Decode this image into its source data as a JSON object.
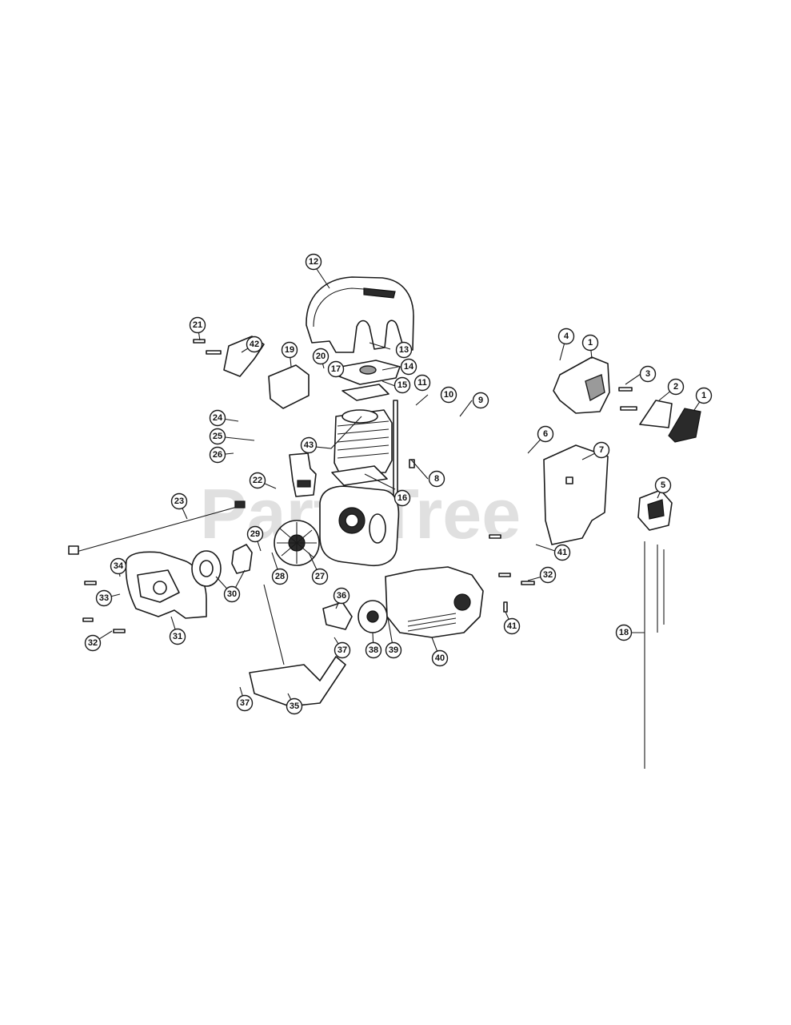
{
  "watermark": "PartsTree",
  "callouts": [
    {
      "id": "c1a",
      "label": "1"
    },
    {
      "id": "c1b",
      "label": "1"
    },
    {
      "id": "c2",
      "label": "2"
    },
    {
      "id": "c3",
      "label": "3"
    },
    {
      "id": "c4",
      "label": "4"
    },
    {
      "id": "c5",
      "label": "5"
    },
    {
      "id": "c6",
      "label": "6"
    },
    {
      "id": "c7",
      "label": "7"
    },
    {
      "id": "c8",
      "label": "8"
    },
    {
      "id": "c9",
      "label": "9"
    },
    {
      "id": "c10",
      "label": "10"
    },
    {
      "id": "c11",
      "label": "11"
    },
    {
      "id": "c12",
      "label": "12"
    },
    {
      "id": "c13",
      "label": "13"
    },
    {
      "id": "c14",
      "label": "14"
    },
    {
      "id": "c15",
      "label": "15"
    },
    {
      "id": "c16",
      "label": "16"
    },
    {
      "id": "c17",
      "label": "17"
    },
    {
      "id": "c18",
      "label": "18"
    },
    {
      "id": "c19",
      "label": "19"
    },
    {
      "id": "c20",
      "label": "20"
    },
    {
      "id": "c21",
      "label": "21"
    },
    {
      "id": "c22",
      "label": "22"
    },
    {
      "id": "c23",
      "label": "23"
    },
    {
      "id": "c24",
      "label": "24"
    },
    {
      "id": "c25",
      "label": "25"
    },
    {
      "id": "c26",
      "label": "26"
    },
    {
      "id": "c27",
      "label": "27"
    },
    {
      "id": "c28",
      "label": "28"
    },
    {
      "id": "c29",
      "label": "29"
    },
    {
      "id": "c30",
      "label": "30"
    },
    {
      "id": "c31",
      "label": "31"
    },
    {
      "id": "c32a",
      "label": "32"
    },
    {
      "id": "c32b",
      "label": "32"
    },
    {
      "id": "c33",
      "label": "33"
    },
    {
      "id": "c34",
      "label": "34"
    },
    {
      "id": "c35",
      "label": "35"
    },
    {
      "id": "c36",
      "label": "36"
    },
    {
      "id": "c37a",
      "label": "37"
    },
    {
      "id": "c37b",
      "label": "37"
    },
    {
      "id": "c38",
      "label": "38"
    },
    {
      "id": "c39",
      "label": "39"
    },
    {
      "id": "c40",
      "label": "40"
    },
    {
      "id": "c41a",
      "label": "41"
    },
    {
      "id": "c41b",
      "label": "41"
    },
    {
      "id": "c42",
      "label": "42"
    },
    {
      "id": "c43",
      "label": "43"
    }
  ]
}
